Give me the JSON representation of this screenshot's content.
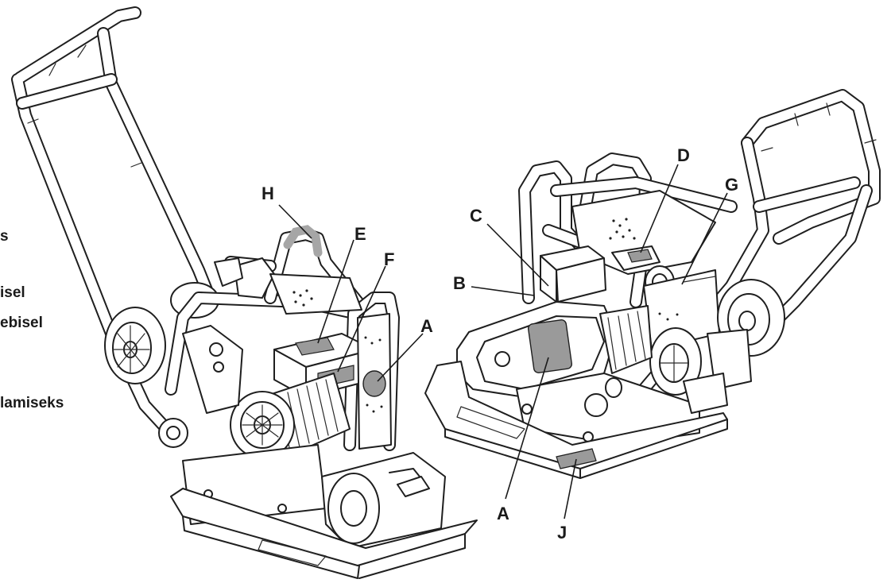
{
  "side_text": [
    "s",
    "isel",
    "ebisel",
    "lamiseks"
  ],
  "callouts": {
    "H": "H",
    "E": "E",
    "F": "F",
    "A_left": "A",
    "C": "C",
    "B": "B",
    "D": "D",
    "G": "G",
    "A_right": "A",
    "J": "J"
  },
  "colors": {
    "line": "#1f1f1f",
    "decal_fill": "#9a9a9a",
    "handle_grip": "#a6a6a6",
    "background": "#ffffff"
  }
}
